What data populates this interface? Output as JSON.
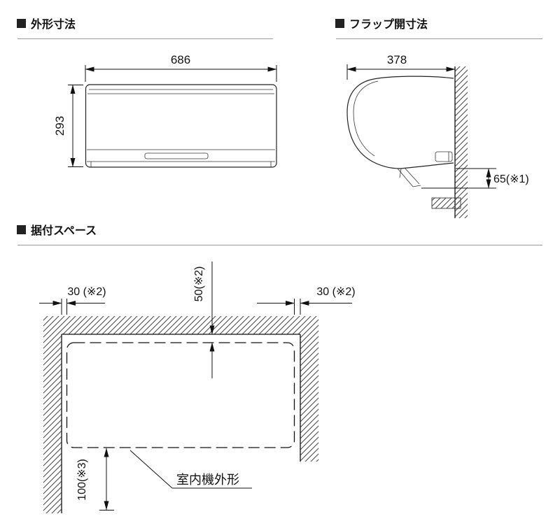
{
  "colors": {
    "background": "#ffffff",
    "line": "#111111",
    "rule": "#9a9a9a",
    "hatch": "#444444"
  },
  "icons": {
    "section_marker": "black-square"
  },
  "sections": [
    {
      "title": "外形寸法"
    },
    {
      "title": "フラップ開寸法"
    },
    {
      "title": "据付スペース"
    }
  ],
  "front_view": {
    "width_label": "686",
    "height_label": "293"
  },
  "side_view": {
    "depth_label": "378",
    "flap_clearance_label": "65(※1)"
  },
  "installation": {
    "left_clearance_label": "30 (※2)",
    "top_clearance_label": "50(※2)",
    "right_clearance_label": "30 (※2)",
    "bottom_clearance_label": "100(※3)",
    "unit_outline_label": "室内機外形"
  }
}
